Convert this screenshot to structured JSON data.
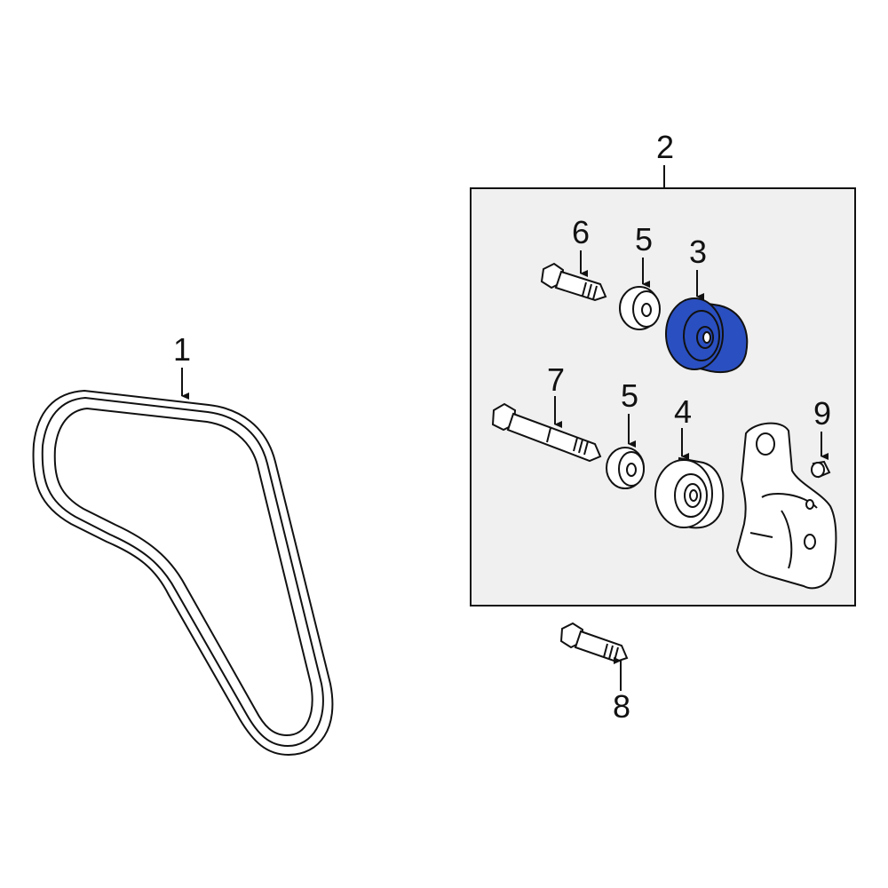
{
  "diagram": {
    "highlight_color": "#2a4fc0",
    "line_color": "#111111",
    "box_fill": "#f0f0f0",
    "callouts": [
      {
        "id": "1",
        "label": "1",
        "part": "serpentine-belt"
      },
      {
        "id": "2",
        "label": "2",
        "part": "tensioner-assembly-box"
      },
      {
        "id": "3",
        "label": "3",
        "part": "idler-pulley"
      },
      {
        "id": "4",
        "label": "4",
        "part": "tensioner-pulley"
      },
      {
        "id": "5a",
        "label": "5",
        "part": "pulley-cover-upper"
      },
      {
        "id": "5b",
        "label": "5",
        "part": "pulley-cover-lower"
      },
      {
        "id": "6",
        "label": "6",
        "part": "short-bolt"
      },
      {
        "id": "7",
        "label": "7",
        "part": "long-bolt"
      },
      {
        "id": "8",
        "label": "8",
        "part": "mounting-bolt"
      },
      {
        "id": "9",
        "label": "9",
        "part": "bushing"
      }
    ]
  }
}
